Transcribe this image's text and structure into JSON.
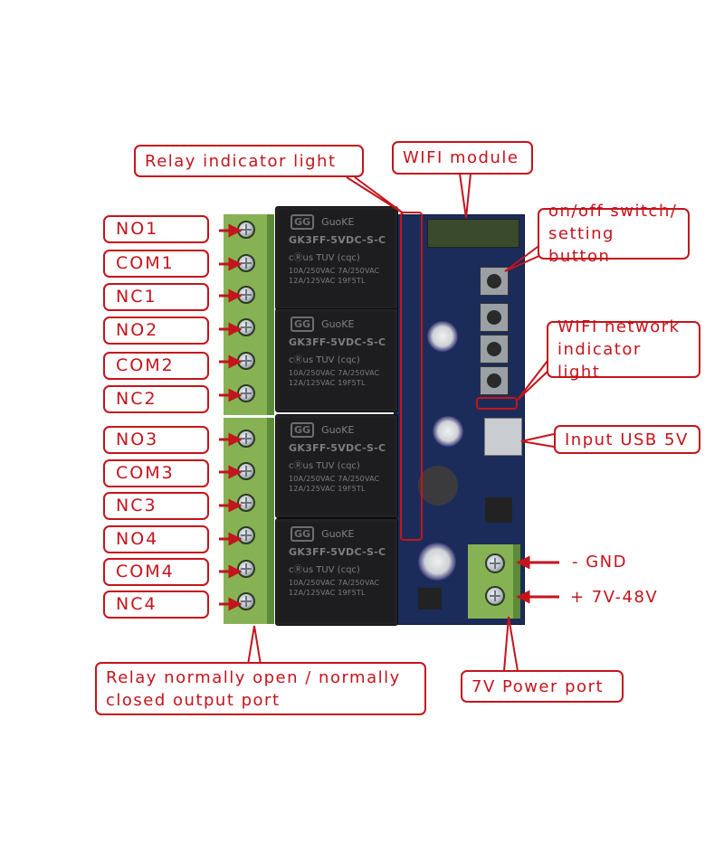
{
  "callouts": {
    "relay_indicator": "Relay indicator light",
    "wifi_module": "WIFI module",
    "onoff_switch_line1": "on/off switch/",
    "onoff_switch_line2": "setting button",
    "wifi_network_line1": "WIFI network",
    "wifi_network_line2": "indicator light",
    "input_usb": "Input USB 5V",
    "gnd": "- GND",
    "vin": "+ 7V-48V",
    "power_port": "7V Power port",
    "output_port_line1": "Relay normally open / normally",
    "output_port_line2": "closed output port"
  },
  "pins": [
    "NO1",
    "COM1",
    "NC1",
    "NO2",
    "COM2",
    "NC2",
    "NO3",
    "COM3",
    "NC3",
    "NO4",
    "COM4",
    "NC4"
  ],
  "relay": {
    "logo": "GG",
    "brand": "GuoKE",
    "model": "GK3FF-5VDC-S-C",
    "cert": "cⓇus  TUV  (cqc)",
    "spec_line1": "10A/250VAC  7A/250VAC",
    "spec_line2": "12A/125VAC     19F5TL"
  },
  "colors": {
    "annotation": "#c4141c",
    "pcb": "#1b2c5a",
    "terminal": "#86b253",
    "relay_body": "#1d1d1f"
  }
}
